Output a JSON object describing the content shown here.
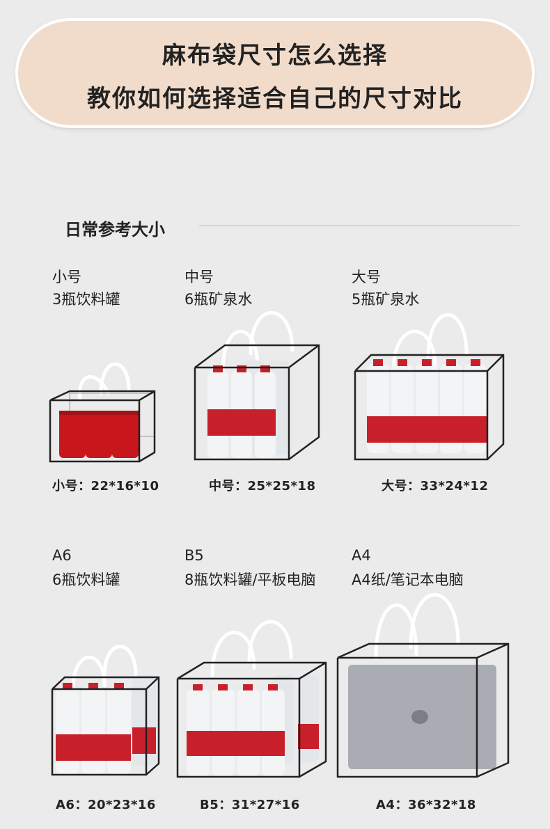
{
  "header": {
    "line1": "麻布袋尺寸怎么选择",
    "line2": "教你如何选择适合自己的尺寸对比"
  },
  "section": {
    "title": "日常参考大小"
  },
  "sizes": [
    {
      "name": "小号",
      "desc": "3瓶饮料罐",
      "dims": "小号：22*16*10"
    },
    {
      "name": "中号",
      "desc": "6瓶矿泉水",
      "dims": "中号：25*25*18"
    },
    {
      "name": "大号",
      "desc": "5瓶矿泉水",
      "dims": "大号：33*24*12"
    },
    {
      "name": "A6",
      "desc": "6瓶饮料罐",
      "dims": "A6：20*23*16"
    },
    {
      "name": "B5",
      "desc": "8瓶饮料罐/平板电脑",
      "dims": "B5：31*27*16"
    },
    {
      "name": "A4",
      "desc": "A4纸/笔记本电脑",
      "dims": "A4：36*32*18"
    }
  ],
  "colors": {
    "banner": "#f1dccb",
    "accent_line": "#d9b79c",
    "bottle_label": "#c8202a",
    "can": "#c8161d",
    "laptop": "#a9adb3"
  }
}
